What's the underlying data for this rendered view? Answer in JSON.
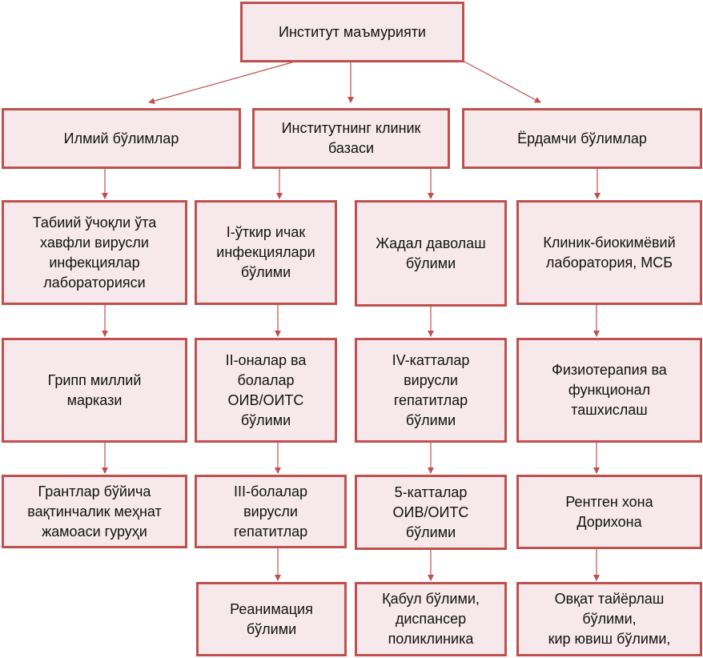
{
  "colors": {
    "border": "#c0504d",
    "fill": "#f7e9eb",
    "arrow": "#c0504d"
  },
  "root": "Институт маъмурияти",
  "branches": [
    "Илмий бўлимлар",
    "Институтнинг клиник\nбазаси",
    "Ёрдамчи бўлимлар"
  ],
  "columns": [
    [
      "Табиий ўчоқли ўта\nхавфли вирусли\nинфекциялар\nлабораторияси",
      "Грипп миллий\nмаркази",
      "Грантлар бўйича\nвақтинчалик меҳнат\nжамоаси гуруҳи"
    ],
    [
      "I-ўткир ичак\nинфекциялари\nбўлими",
      "II-оналар ва\nболалар\nОИВ/ОИТС\nбўлими",
      "III-болалар\nвирусли\nгепатитлар",
      "Реанимация\nбўлими"
    ],
    [
      "Жадал даволаш\nбўлими",
      "IV-катталар\nвирусли\nгепатитлар\nбўлими",
      "5-катталар\nОИВ/ОИТС\nбўлими",
      "Қабул бўлими,\nдиспансер\nполиклиника"
    ],
    [
      "Клиник-биокимёвий\nлаборатория, МСБ",
      "Физиотерапия ва\nфункционал\nташхислаш",
      "Рентген хона\nДорихона",
      "Овқат тайёрлаш\nбўлими,\nкир ювиш бўлими,"
    ]
  ]
}
